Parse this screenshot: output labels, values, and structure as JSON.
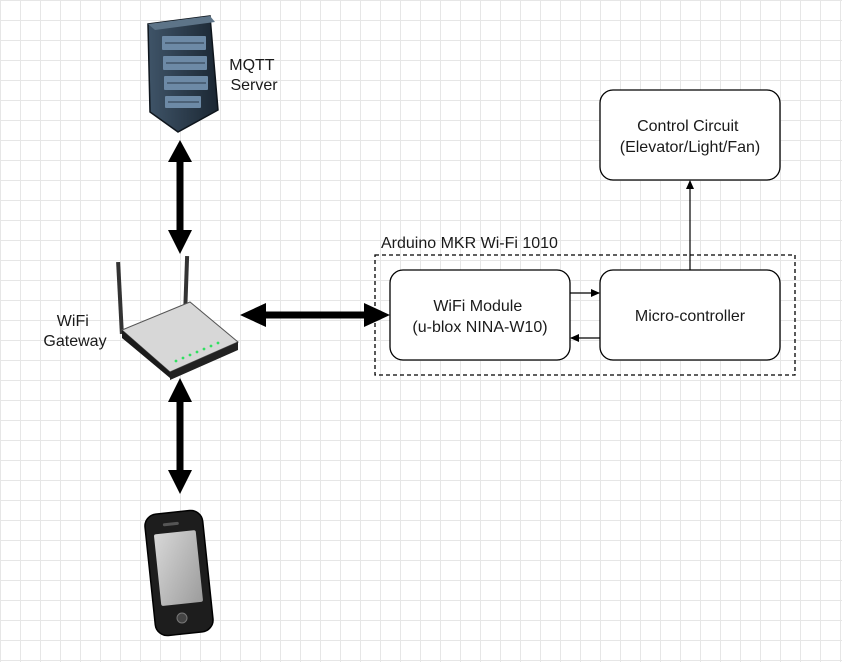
{
  "nodes": {
    "mqtt_server": {
      "label_line1": "MQTT",
      "label_line2": "Server",
      "icon": "server-rack-icon"
    },
    "wifi_gateway": {
      "label_line1": "WiFi",
      "label_line2": "Gateway",
      "icon": "wifi-router-icon"
    },
    "smartphone": {
      "icon": "smartphone-icon"
    },
    "arduino_group": {
      "label": "Arduino MKR Wi-Fi 1010"
    },
    "wifi_module": {
      "label_line1": "WiFi Module",
      "label_line2": "(u-blox NINA-W10)"
    },
    "microcontroller": {
      "label": "Micro-controller"
    },
    "control_circuit": {
      "label_line1": "Control Circuit",
      "label_line2": "(Elevator/Light/Fan)"
    }
  },
  "edges": [
    {
      "from": "mqtt_server",
      "to": "wifi_gateway",
      "style": "bold-bidirectional"
    },
    {
      "from": "wifi_gateway",
      "to": "smartphone",
      "style": "bold-bidirectional"
    },
    {
      "from": "wifi_gateway",
      "to": "wifi_module",
      "style": "bold-bidirectional"
    },
    {
      "from": "wifi_module",
      "to": "microcontroller",
      "style": "thin-arrow"
    },
    {
      "from": "microcontroller",
      "to": "wifi_module",
      "style": "thin-arrow"
    },
    {
      "from": "microcontroller",
      "to": "control_circuit",
      "style": "thin-arrow"
    }
  ],
  "colors": {
    "stroke": "#000000",
    "grid": "#e6e6e6",
    "server": "#2c3e50",
    "router": "#1f1f1f"
  }
}
